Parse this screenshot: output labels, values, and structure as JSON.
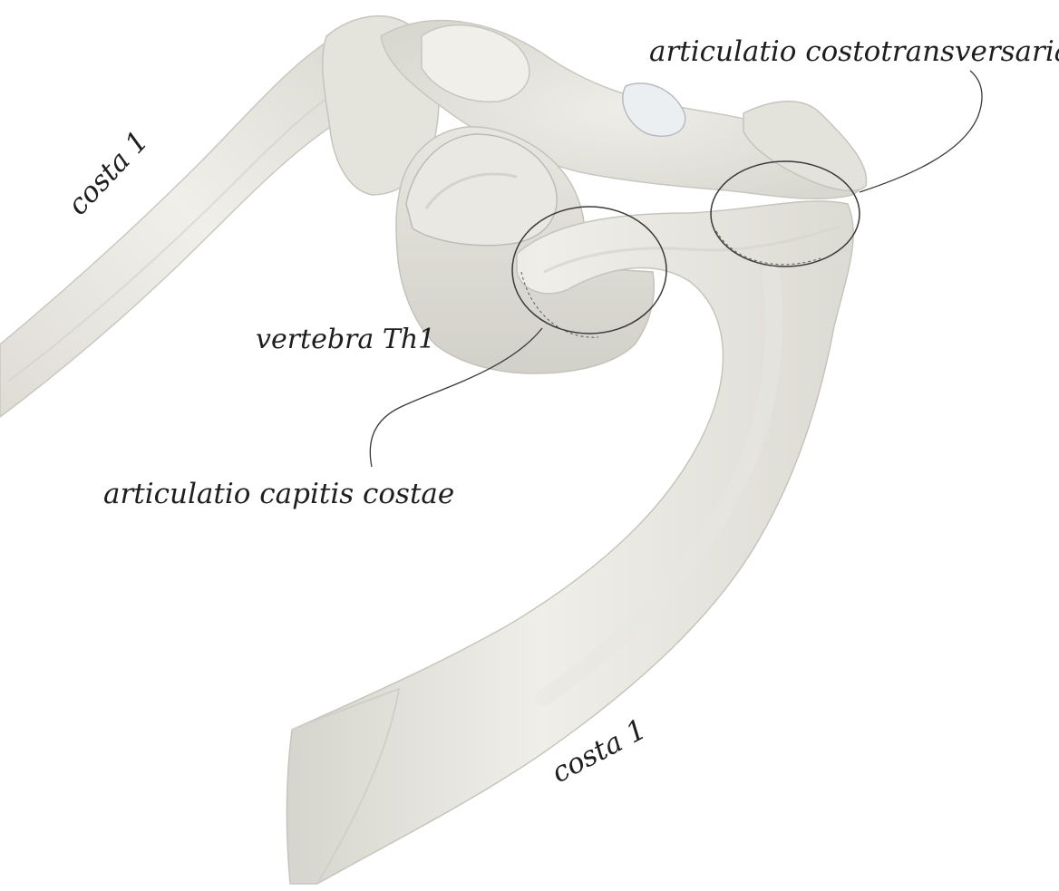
{
  "labels": {
    "costa_left": "costa 1",
    "vertebra": "vertebra Th1",
    "articulatio_capitis": "articulatio capitis costae",
    "articulatio_costotransversaria": "articulatio costotransversaria",
    "costa_bottom": "costa 1"
  },
  "colors": {
    "background": "#ffffff",
    "bone_light": "#f1f0ea",
    "bone_mid": "#e2e1da",
    "bone_shadow": "#cfcec6",
    "bone_dark": "#a9a8a0",
    "leader_line": "#3a3a3a"
  }
}
